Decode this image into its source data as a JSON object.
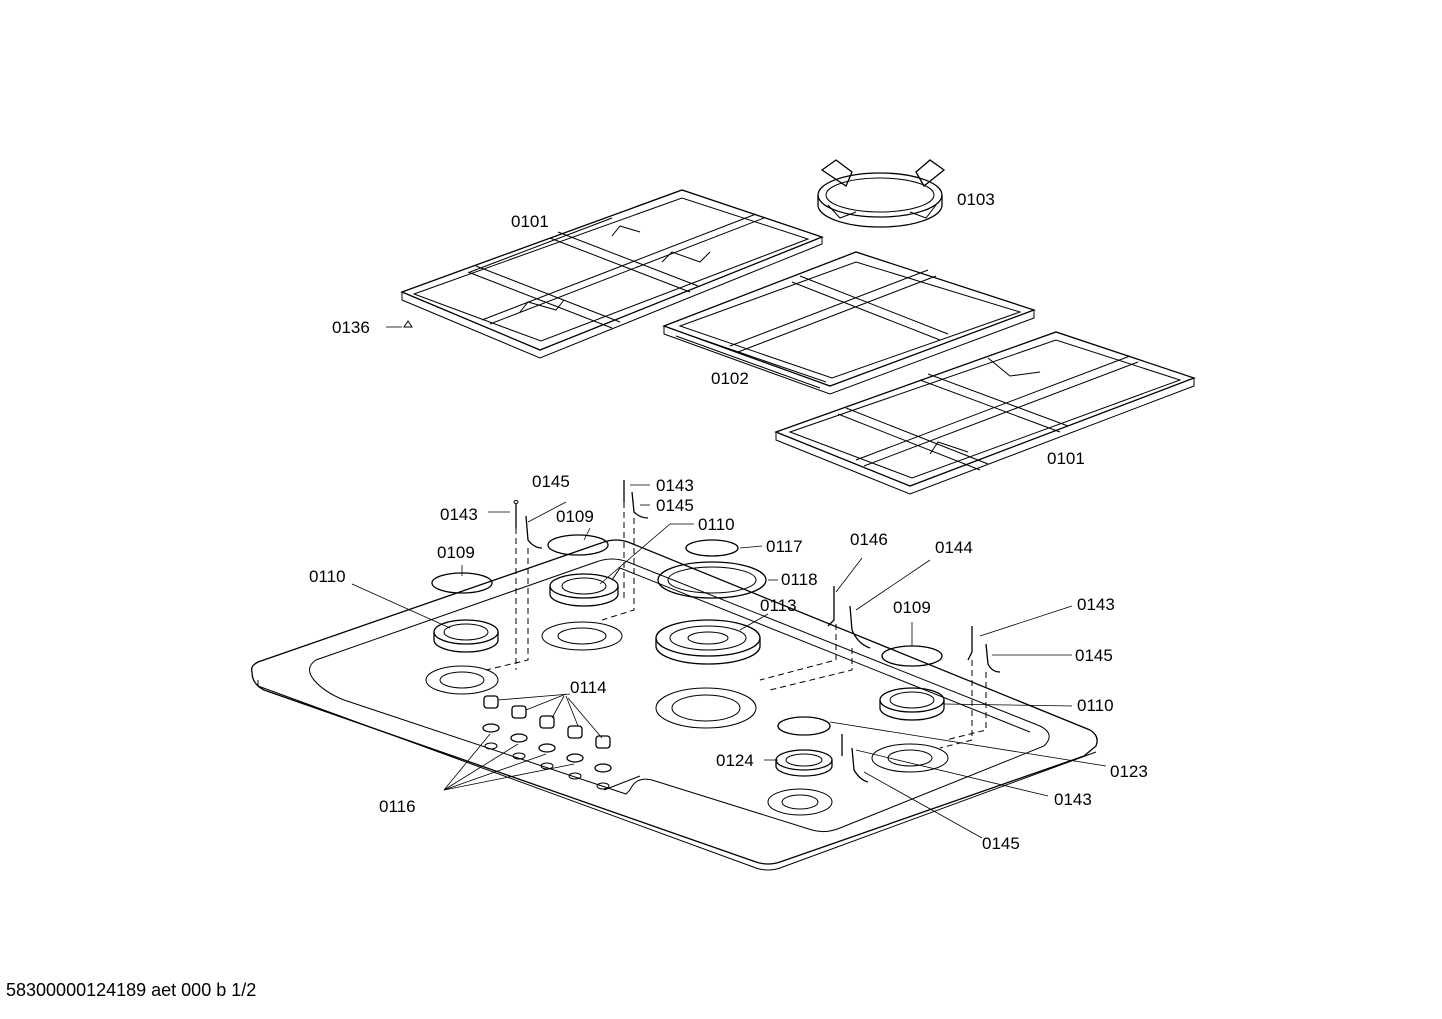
{
  "diagram": {
    "labels": {
      "grate_left": "0101",
      "grate_right": "0101",
      "grate_center": "0102",
      "wok_ring": "0103",
      "screw": "0136",
      "electrode_a": "0143",
      "thermo_a": "0145",
      "cap_left_back": "0109",
      "cap_left_front": "0109",
      "burner_left_front": "0110",
      "electrode_b": "0143",
      "thermo_b": "0145",
      "burner_left_back": "0110",
      "cap_center_small": "0117",
      "cap_center_big": "0118",
      "burner_wok": "0113",
      "electrode_wok": "0146",
      "thermo_wok": "0144",
      "cap_right": "0109",
      "electrode_c": "0143",
      "thermo_c": "0145",
      "burner_right": "0110",
      "knobs": "0114",
      "knob_rings": "0116",
      "burner_front_small": "0124",
      "cap_front_small": "0123",
      "electrode_d": "0143",
      "thermo_d": "0145"
    },
    "footer": "58300000124189 aet 000 b 1/2"
  }
}
